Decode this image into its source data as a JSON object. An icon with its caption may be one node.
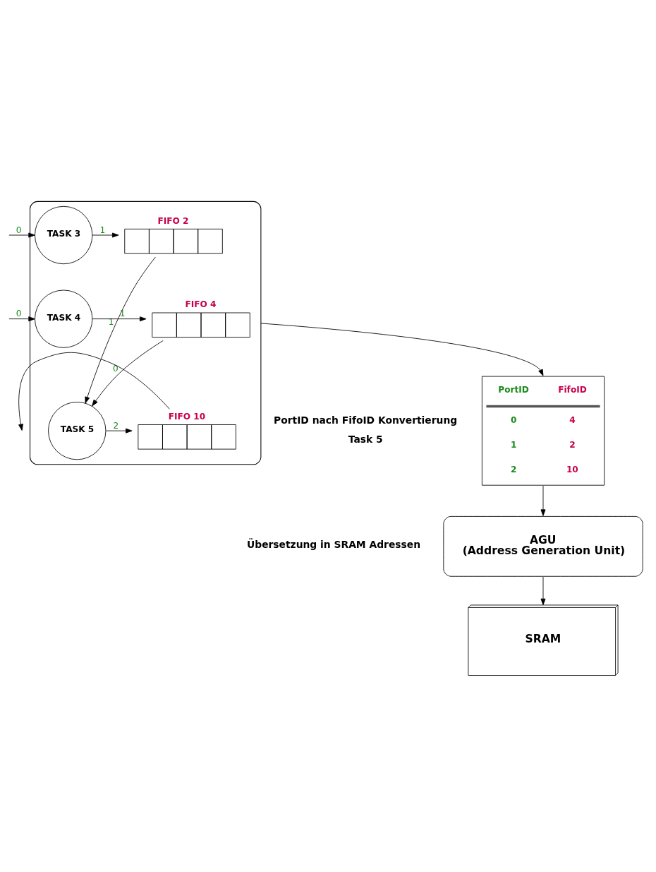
{
  "diagram": {
    "nodes": [
      {
        "text": [],
        "shape": "box"
      },
      {
        "text": [
          "TASK 3"
        ],
        "in": 0
      },
      {
        "text": [
          "FIFO 2"
        ],
        "in": 0
      },
      {
        "text": [
          "TASK 4"
        ],
        "in": 0
      },
      {
        "text": [
          "FIFO 4"
        ],
        "in": 0
      },
      {
        "text": [
          "TASK 5"
        ],
        "in": 0
      },
      {
        "text": [
          "FIFO 10"
        ],
        "in": 0
      },
      {
        "text": [
          "PortID",
          "FifoID",
          "0",
          "4",
          "1",
          "2",
          "2",
          "10"
        ],
        "beside": [
          "PortID nach FifoID Konvertierung",
          "Task 5"
        ]
      },
      {
        "text": [
          "AGU (Address Generation Unit)"
        ],
        "beside": [
          "Übersetzung in SRAM Adressen"
        ]
      },
      {
        "text": [
          "SRAM"
        ]
      }
    ],
    "edges": [
      {
        "from": null,
        "to": 1,
        "arrow": "to",
        "label": "0"
      },
      {
        "from": 1,
        "to": 2,
        "arrow": "to",
        "label": "1"
      },
      {
        "from": null,
        "to": 3,
        "arrow": "to",
        "label": "0"
      },
      {
        "from": 3,
        "to": 4,
        "arrow": "to",
        "label": "1"
      },
      {
        "from": 2,
        "to": 5,
        "arrow": "to",
        "label": "1"
      },
      {
        "from": 4,
        "to": 5,
        "arrow": "to",
        "label": "0"
      },
      {
        "from": 5,
        "to": 6,
        "arrow": "to",
        "label": "2"
      },
      {
        "from": 6,
        "to": null,
        "arrow": "to"
      },
      {
        "from": 0,
        "to": 7,
        "arrow": "to"
      },
      {
        "from": 7,
        "to": 8,
        "arrow": "to"
      },
      {
        "from": 8,
        "to": 9,
        "arrow": "to"
      }
    ]
  }
}
